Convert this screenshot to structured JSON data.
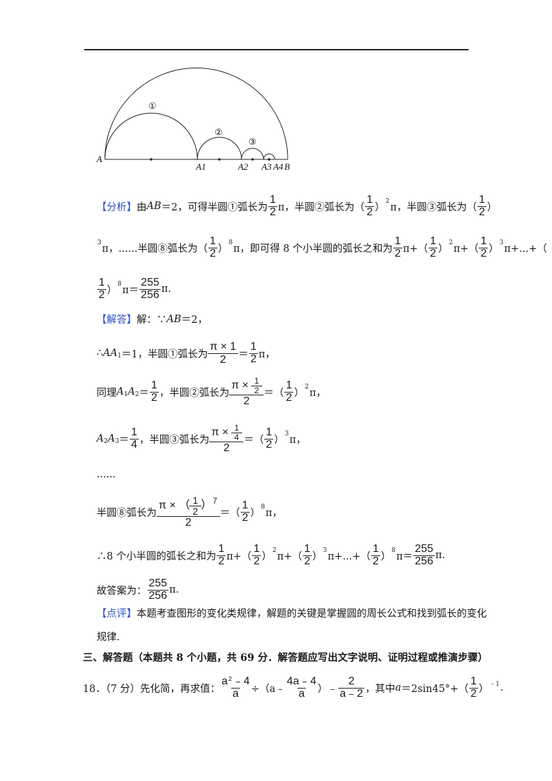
{
  "figure": {
    "labels": [
      "A",
      "A1",
      "A2",
      "A3",
      "A4",
      "B"
    ],
    "arc_markers": [
      "①",
      "②",
      "③"
    ]
  },
  "analysis": {
    "tag": "【分析】",
    "l1_a": "由",
    "l1_ab": "AB",
    "l1_b": "＝2，可得半圆①弧长为",
    "l1_c": "π，半圆②弧长为（",
    "l1_d": "）",
    "l1_e": "π，半圆③弧长为（",
    "l1_f": "）",
    "l2_a": "π，......半圆⑧弧长为（",
    "l2_b": "）",
    "l2_c": "π，即可得 8 个小半圆的弧长之和为",
    "l2_d": "π+（",
    "l2_e": "）",
    "l2_f": "π+（",
    "l2_g": "）",
    "l2_h": "π+...+（",
    "l3_a": "）",
    "l3_b": "π＝",
    "l3_c": "π."
  },
  "answer": {
    "tag": "【解答】",
    "l1": "解：∵",
    "l1_ab": "AB",
    "l1_rest": "＝2，",
    "l2_a": "∴",
    "l2_aa": "AA",
    "l2_b": "＝1，半圆①弧长为",
    "l2_c": "＝",
    "l2_d": "π，",
    "l3_a": "同理",
    "l3_b": "＝",
    "l3_c": "，半圆②弧长为",
    "l3_d": "＝（",
    "l3_e": "）",
    "l3_f": "π，",
    "l4_b": "＝",
    "l4_c": "，半圆③弧长为",
    "l4_d": "＝（",
    "l4_e": "）",
    "l4_f": "π，",
    "dots": "......",
    "l6_a": "半圆⑧弧长为",
    "l6_b": "＝（",
    "l6_c": "）",
    "l6_d": "π，",
    "l7_a": "∴8 个小半圆的弧长之和为",
    "l7_b": "π+（",
    "l7_c": "）",
    "l7_d": "π+（",
    "l7_e": "）",
    "l7_f": "π+...+（",
    "l7_g": "）",
    "l7_h": "π＝",
    "l7_i": "π.",
    "final_a": "故答案为：",
    "final_b": "π."
  },
  "comment": {
    "tag": "【点评】",
    "text1": "本题考查图形的变化类规律，解题的关键是掌握圆的周长公式和找到弧长的变化",
    "text2": "规律."
  },
  "section3": {
    "title": "三、解答题（本题共 8 个小题，共 69 分．解答题应写出文字说明、证明过程或推演步骤）"
  },
  "q18": {
    "num": "18．（7 分）先化简，再求值：",
    "div": "÷（a﹣",
    "close": "）﹣",
    "cond": "，其中",
    "a": "a",
    "eq": "＝2sin45°+（",
    "end": "）",
    "end2": "."
  },
  "math": {
    "one": "1",
    "two": "2",
    "four": "4",
    "n255": "255",
    "n256": "256",
    "e2": "2",
    "e3": "3",
    "e8": "8",
    "e7": "7",
    "e_1": "﹣1",
    "pi_x_1": "π × 1",
    "pi_x": "π ×",
    "a2m4": "a",
    "a2m4_rest": "﹣4",
    "a_den": "a",
    "a4a4": "4a﹣4",
    "am2": "a﹣2"
  }
}
